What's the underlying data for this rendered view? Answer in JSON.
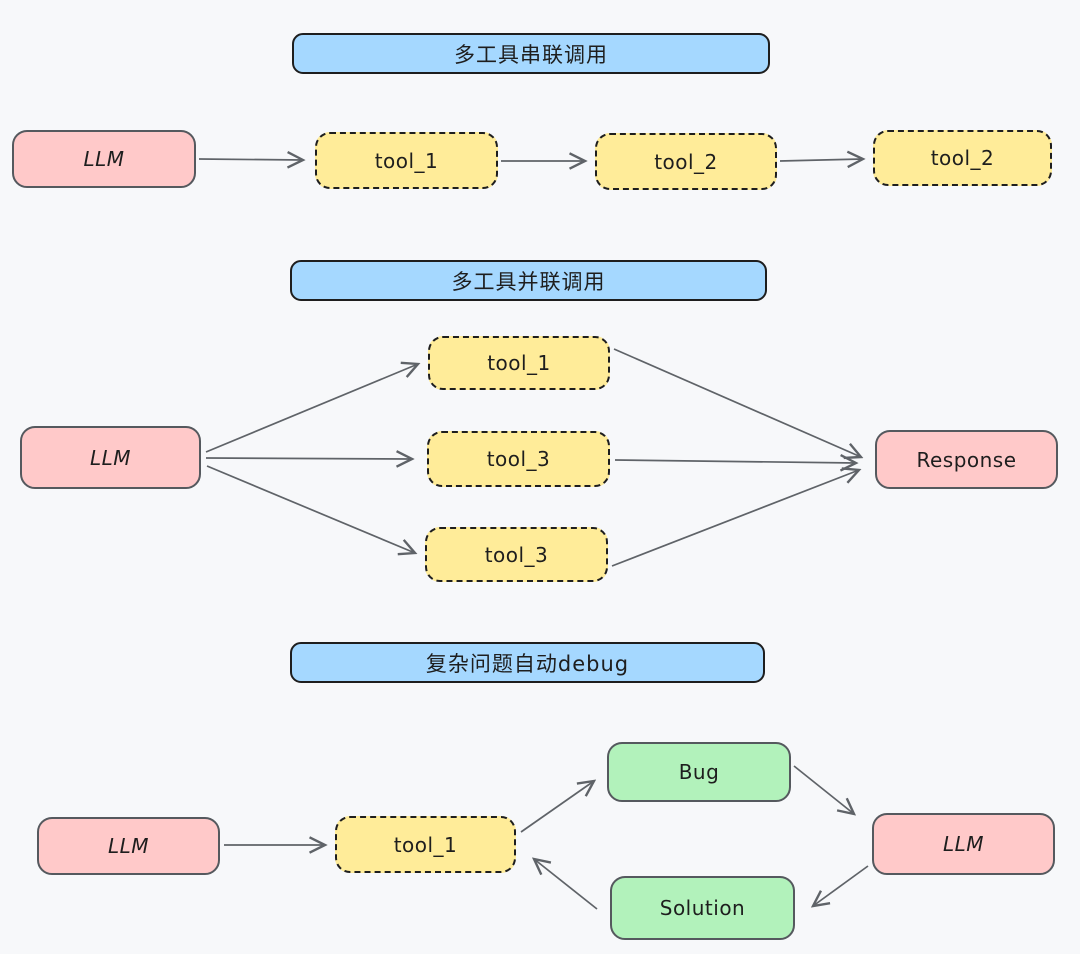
{
  "colors": {
    "background": "#f7f8fa",
    "node-pink": "#ffc9c9",
    "node-yellow": "#ffec99",
    "node-green": "#b2f2bb",
    "title-blue": "#a5d8ff",
    "stroke-dark": "#1e1e1e",
    "stroke-gray": "#55595e",
    "arrow": "#5f6368"
  },
  "sections": [
    {
      "title": "多工具串联调用",
      "nodes": [
        {
          "label": "LLM",
          "kind": "llm"
        },
        {
          "label": "tool_1",
          "kind": "tool"
        },
        {
          "label": "tool_2",
          "kind": "tool"
        },
        {
          "label": "tool_2",
          "kind": "tool"
        }
      ],
      "edges": [
        {
          "from": "LLM",
          "to": "tool_1"
        },
        {
          "from": "tool_1",
          "to": "tool_2"
        },
        {
          "from": "tool_2",
          "to": "tool_2"
        }
      ]
    },
    {
      "title": "多工具并联调用",
      "nodes": [
        {
          "label": "LLM",
          "kind": "llm"
        },
        {
          "label": "tool_1",
          "kind": "tool"
        },
        {
          "label": "tool_3",
          "kind": "tool"
        },
        {
          "label": "tool_3",
          "kind": "tool"
        },
        {
          "label": "Response",
          "kind": "response"
        }
      ],
      "edges": [
        {
          "from": "LLM",
          "to": "tool_1"
        },
        {
          "from": "LLM",
          "to": "tool_3"
        },
        {
          "from": "LLM",
          "to": "tool_3 (bottom)"
        },
        {
          "from": "tool_1",
          "to": "Response"
        },
        {
          "from": "tool_3",
          "to": "Response"
        },
        {
          "from": "tool_3 (bottom)",
          "to": "Response"
        }
      ]
    },
    {
      "title": "复杂问题自动debug",
      "nodes": [
        {
          "label": "LLM",
          "kind": "llm"
        },
        {
          "label": "tool_1",
          "kind": "tool"
        },
        {
          "label": "Bug",
          "kind": "result"
        },
        {
          "label": "Solution",
          "kind": "result"
        },
        {
          "label": "LLM",
          "kind": "llm"
        }
      ],
      "edges": [
        {
          "from": "LLM",
          "to": "tool_1"
        },
        {
          "from": "tool_1",
          "to": "Bug"
        },
        {
          "from": "Bug",
          "to": "LLM (right)"
        },
        {
          "from": "LLM (right)",
          "to": "Solution"
        },
        {
          "from": "Solution",
          "to": "tool_1"
        }
      ]
    }
  ]
}
